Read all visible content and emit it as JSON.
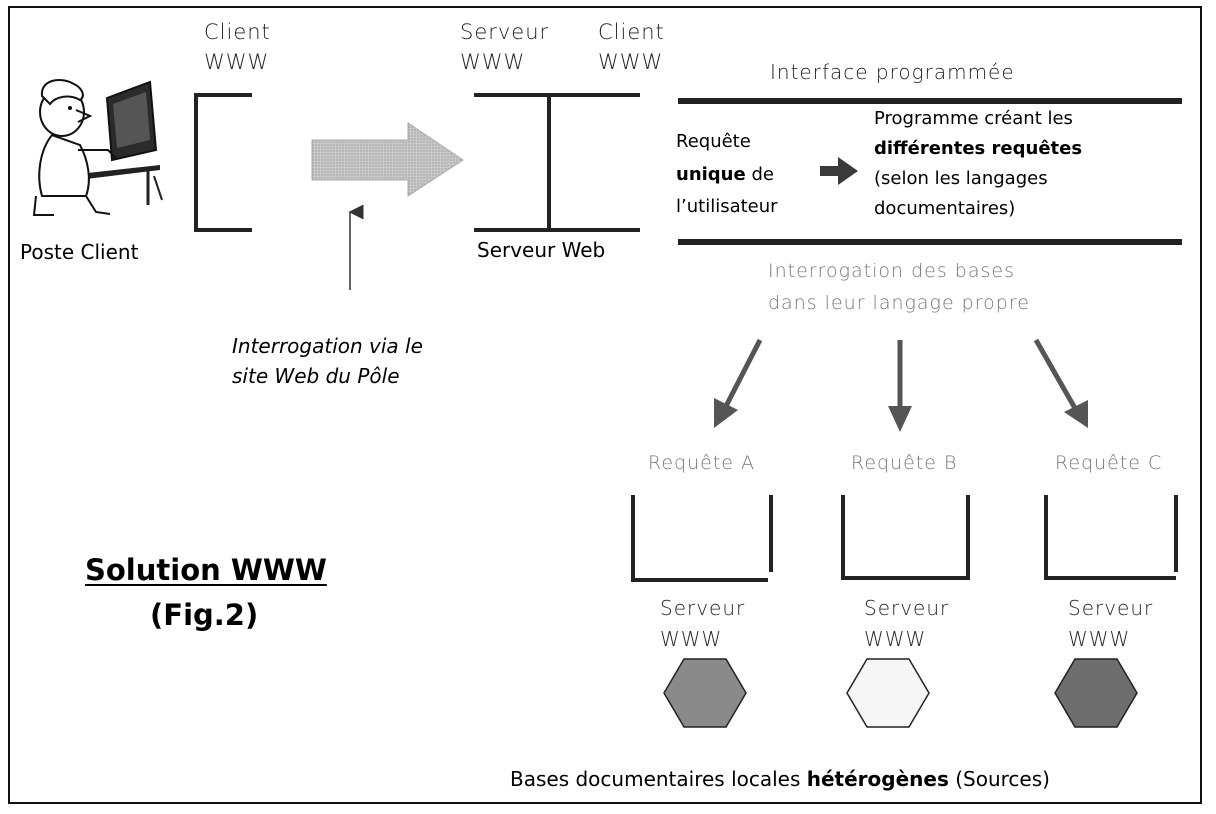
{
  "client": {
    "top_label_1": "Client",
    "top_label_2": "WWW",
    "workstation_label": "Poste Client"
  },
  "web_server": {
    "top_label_1": "Serveur",
    "top_label_2": "WWW",
    "client_label_1": "Client",
    "client_label_2": "WWW",
    "bottom_label": "Serveur Web"
  },
  "interface": {
    "header": "Interface programmée",
    "request_line_1": "Requête",
    "request_line_2_bold": "unique",
    "request_line_2_rest": " de",
    "request_line_3": "l’utilisateur",
    "program_line_1": "Programme créant les",
    "program_line_2_bold": "différentes requêtes",
    "program_line_3": "(selon les langages",
    "program_line_4": "documentaires)"
  },
  "interrogation_note": {
    "line_1": "Interrogation via le",
    "line_2": "site Web du Pôle"
  },
  "bases_note": {
    "line_1": "Interrogation des bases",
    "line_2": "dans leur langage propre"
  },
  "sources": [
    {
      "request": "Requête A",
      "server_1": "Serveur",
      "server_2": "WWW",
      "fill": "#8a8a8a"
    },
    {
      "request": "Requête B",
      "server_1": "Serveur",
      "server_2": "WWW",
      "fill": "#f6f6f6"
    },
    {
      "request": "Requête C",
      "server_1": "Serveur",
      "server_2": "WWW",
      "fill": "#6e6e6e"
    }
  ],
  "solution": {
    "title": "Solution WWW",
    "figure": "(Fig.2)"
  },
  "footer": {
    "prefix": "Bases documentaires locales ",
    "bold": "hétérogènes",
    "suffix": " (Sources)"
  },
  "colors": {
    "arrow_gray": "#b4b4b4",
    "arrow_dark": "#555555",
    "line": "#333333"
  }
}
